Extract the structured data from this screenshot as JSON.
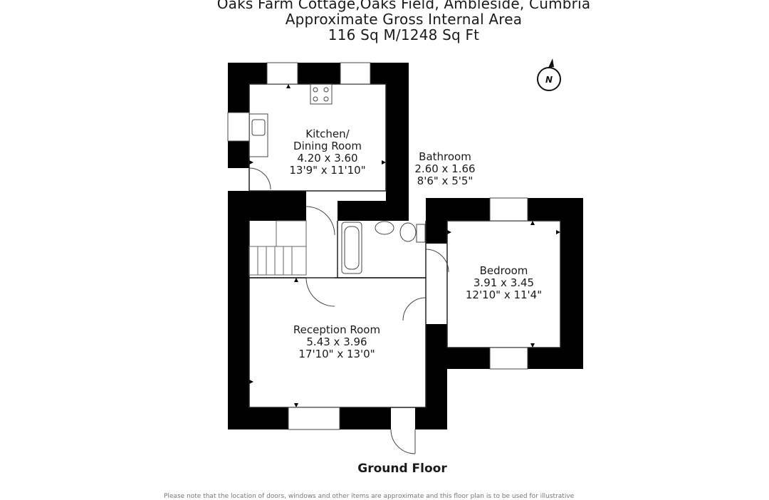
{
  "header": {
    "line1": "Oaks Farm Cottage,Oaks Field, Ambleside, Cumbria",
    "line2": "Approximate Gross Internal Area",
    "line3": "116 Sq M/1248 Sq Ft"
  },
  "compass": {
    "label": "N",
    "icon": "north-arrow-icon"
  },
  "rooms": [
    {
      "name": "Kitchen/",
      "name2": "Dining Room",
      "metric": "4.20 x 3.60",
      "imperial": "13'9\" x 11'10\""
    },
    {
      "name": "Bathroom",
      "metric": "2.60 x 1.66",
      "imperial": "8'6\" x 5'5\""
    },
    {
      "name": "Bedroom",
      "metric": "3.91 x 3.45",
      "imperial": "12'10\" x 11'4\""
    },
    {
      "name": "Reception Room",
      "metric": "5.43 x 3.96",
      "imperial": "17'10\" x 13'0\""
    }
  ],
  "floor": {
    "name": "Ground Floor"
  },
  "disclaimer": "Please note that the location of doors, windows and other items are approximate and this floor plan is to be used for illustrative"
}
